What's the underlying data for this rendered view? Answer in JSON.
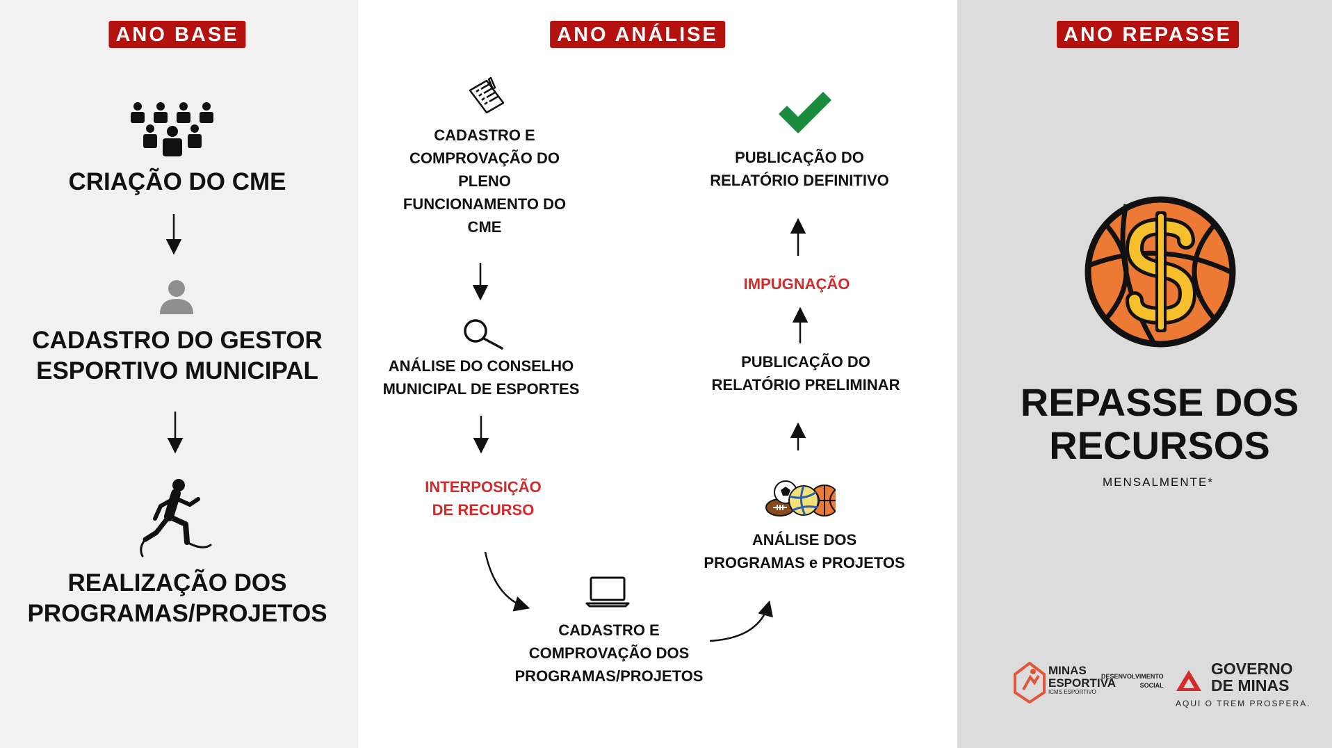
{
  "columns": {
    "base": {
      "header": "ANO BASE",
      "steps": [
        {
          "icon": "people-group-icon",
          "lines": [
            "CRIAÇÃO DO CME"
          ]
        },
        {
          "icon": "person-icon",
          "lines": [
            "CADASTRO DO GESTOR",
            "ESPORTIVO MUNICIPAL"
          ]
        },
        {
          "icon": "runner-icon",
          "lines": [
            "REALIZAÇÃO DOS",
            "PROGRAMAS/PROJETOS"
          ]
        }
      ]
    },
    "analise": {
      "header": "ANO ANÁLISE",
      "steps": [
        {
          "icon": "checklist-icon",
          "lines": [
            "CADASTRO E",
            "COMPROVAÇÃO DO",
            "PLENO",
            "FUNCIONAMENTO DO",
            "CME"
          ]
        },
        {
          "icon": "magnifier-icon",
          "lines": [
            "ANÁLISE DO CONSELHO",
            "MUNICIPAL DE ESPORTES"
          ]
        },
        {
          "icon": "",
          "lines": [
            "INTERPOSIÇÃO",
            "DE RECURSO"
          ],
          "color": "#d22b2b"
        },
        {
          "icon": "laptop-icon",
          "lines": [
            "CADASTRO E",
            "COMPROVAÇÃO DOS",
            "PROGRAMAS/PROJETOS"
          ]
        },
        {
          "icon": "sports-balls-icon",
          "lines": [
            "ANÁLISE DOS",
            "PROGRAMAS e PROJETOS"
          ]
        },
        {
          "icon": "",
          "lines": [
            "PUBLICAÇÃO DO",
            "RELATÓRIO PRELIMINAR"
          ]
        },
        {
          "icon": "",
          "lines": [
            "IMPUGNAÇÃO"
          ],
          "color": "#d22b2b"
        },
        {
          "icon": "checkmark-icon",
          "lines": [
            "PUBLICAÇÃO DO",
            "RELATÓRIO DEFINITIVO"
          ]
        }
      ]
    },
    "repasse": {
      "header": "ANO REPASSE",
      "icon": "basketball-dollar-icon",
      "title_lines": [
        "REPASSE DOS",
        "RECURSOS"
      ],
      "subtitle": "MENSALMENTE*"
    }
  },
  "footer": {
    "minas_esportiva": [
      "MINAS",
      "ESPORTIVA",
      "ICMS ESPORTIVO"
    ],
    "desenvolvimento": [
      "DESENVOLVIMENTO",
      "SOCIAL"
    ],
    "governo": [
      "GOVERNO",
      "DE MINAS",
      "AQUI O TREM PROSPERA."
    ]
  },
  "colors": {
    "tag_bg": "#b3120f",
    "highlight_red": "#d22b2b",
    "check_green": "#1a8a3c",
    "ball_orange": "#ec7a34",
    "dollar_yellow": "#f6c02c",
    "left_bg": "#f1f1f1",
    "right_bg": "#dcdcdc"
  }
}
